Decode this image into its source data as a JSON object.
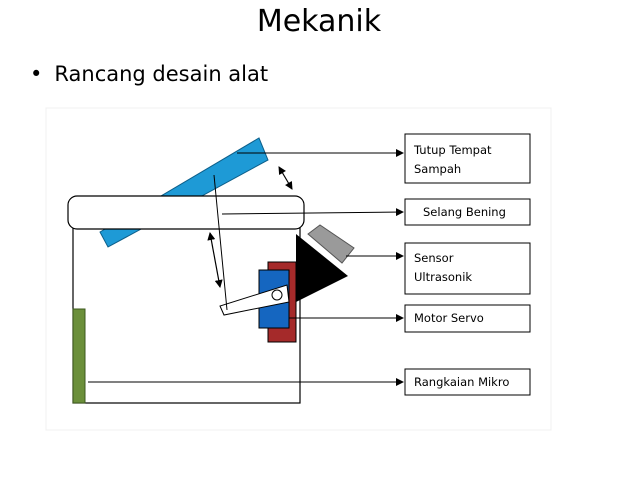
{
  "slide": {
    "title": "Mekanik",
    "bullet_marker": "•",
    "bullet_text": "Rancang desain alat"
  },
  "diagram": {
    "labels": {
      "lid_line1": "Tutup Tempat",
      "lid_line2": "Sampah",
      "hose": "Selang Bening",
      "sensor_line1": "Sensor",
      "sensor_line2": "Ultrasonik",
      "servo": "Motor Servo",
      "circuit": "Rangkaian Mikro"
    },
    "colors": {
      "lid": "#1e9ad6",
      "servo_body": "#1566c0",
      "servo_mount": "#a52a2a",
      "sensor_body": "#000000",
      "sensor_head": "#9a9a9a",
      "circuit_board": "#6b8f3a",
      "outline": "#000000"
    }
  }
}
